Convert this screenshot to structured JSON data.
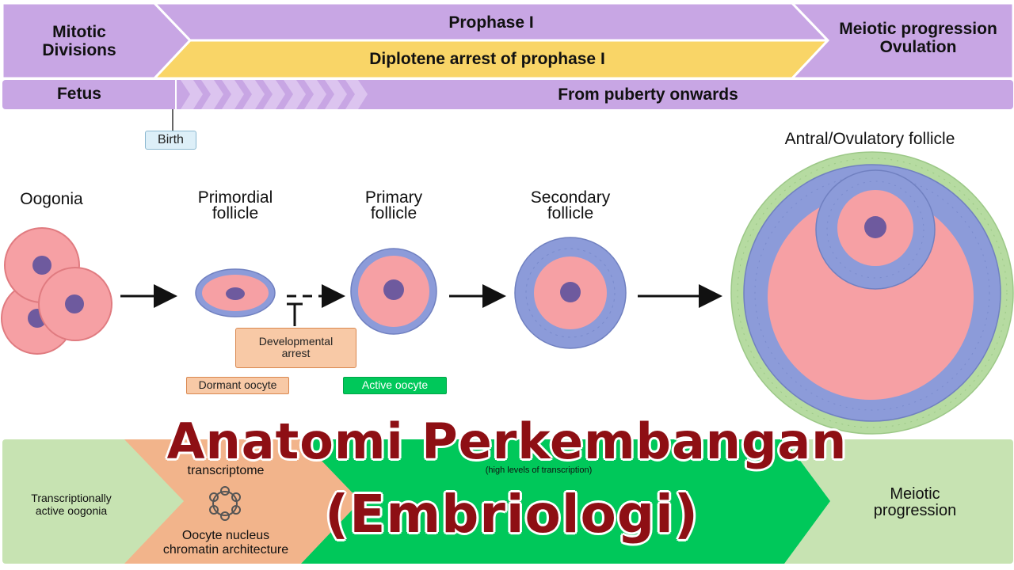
{
  "timeline": {
    "stage_mitotic": "Mitotic\nDivisions",
    "stage_prophase": "Prophase I",
    "stage_diplotene": "Diplotene arrest of prophase I",
    "stage_meiotic": "Meiotic progression\nOvulation",
    "period_fetus": "Fetus",
    "period_puberty": "From puberty onwards",
    "birth_tag": "Birth"
  },
  "stages": {
    "oogonia": "Oogonia",
    "primordial": "Primordial\nfollicle",
    "primary": "Primary\nfollicle",
    "secondary": "Secondary\nfollicle",
    "antral": "Antral/Ovulatory follicle"
  },
  "boxes": {
    "developmental_arrest": "Developmental\narrest",
    "dormant_oocyte": "Dormant oocyte",
    "active_oocyte": "Active oocyte"
  },
  "bottom_band": {
    "transcriptionally_active": "Transcriptionally\nactive oogonia",
    "transcriptome": "transcriptome",
    "nucleus_architecture": "Oocyte nucleus\nchromatin architecture",
    "high_levels": "(high levels of transcription)",
    "meiotic_progression": "Meiotic\nprogression"
  },
  "overlay": {
    "title_line1": "Anatomi Perkembangan",
    "title_line2": "(Embriologi)"
  },
  "colors": {
    "purple": "#c8a6e4",
    "yellow": "#f9d567",
    "light_green": "#c7e3b2",
    "orange": "#f2b48b",
    "green": "#00c85a",
    "oocyte_pink": "#f6a0a4",
    "nucleus": "#6e5a9e",
    "granulosa_blue": "#8c9bd9",
    "theca_green": "#b6dba1",
    "title_red": "#8e0f14"
  }
}
